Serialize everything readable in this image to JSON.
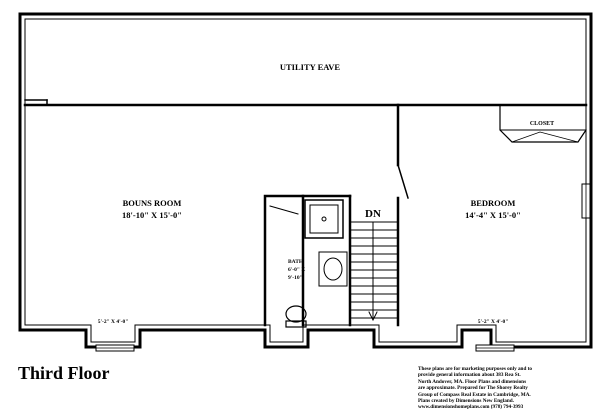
{
  "plan": {
    "rooms": {
      "utility_eave": {
        "name": "UTILITY EAVE"
      },
      "bonus_room": {
        "name": "BOUNS ROOM",
        "size": "18'-10\" X 15'-0\""
      },
      "bedroom": {
        "name": "BEDROOM",
        "size": "14'-4\" X 15'-0\""
      },
      "closet": {
        "name": "CLOSET"
      },
      "bath": {
        "name": "BATH",
        "size_line1": "6'-0\" X",
        "size_line2": "9'-10\""
      },
      "stairs": {
        "label": "DN"
      },
      "bonus_dormer": {
        "size": "5'-2\" X 4'-0\""
      },
      "bedroom_dormer": {
        "size": "5'-2\" X 4'-0\""
      }
    },
    "floor_title": "Third Floor",
    "disclaimer": "These plans are for marketing purposes only and to\nprovide general information about 383 Rea St.\nNorth Andover, MA.  Floor Plans and dimensions\nare approximate.  Prepared for The Shorey Realty\nGroup of Compass Real Estate in Cambridge, MA.\nPlans created by Dimensions New England.\nwww.dimensionshomeplans.com  (978) 794-3993"
  }
}
